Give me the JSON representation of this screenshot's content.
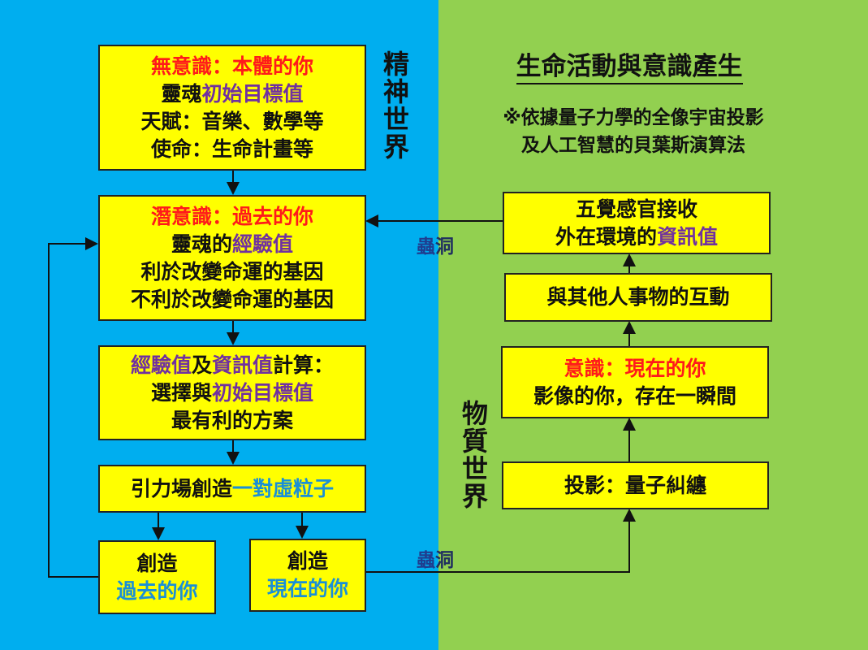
{
  "header": {
    "title": "生命活動與意識產生",
    "subtitle_lines": [
      "※依據量子力學的全像宇宙投影",
      "及人工智慧的貝葉斯演算法"
    ]
  },
  "regions": {
    "spiritual": "精神世界",
    "material": "物質世界"
  },
  "wormhole": {
    "a": "蟲",
    "b": "洞"
  },
  "boxes": {
    "unconscious": [
      [
        "無意識：本體的你"
      ],
      [
        "靈魂",
        "初始目標值"
      ],
      [
        "天賦：音樂、數學等"
      ],
      [
        "使命：生命計畫等"
      ]
    ],
    "subconscious": [
      [
        "潛意識：過去的你"
      ],
      [
        "靈魂的",
        "經驗值"
      ],
      [
        "利於改變命運的基因"
      ],
      [
        "不利於改變命運的基因"
      ]
    ],
    "calculation": [
      [
        "經驗值",
        "及",
        "資訊值",
        "計算："
      ],
      [
        "選擇與",
        "初始目標值"
      ],
      [
        "最有利的方案"
      ]
    ],
    "gravity": [
      [
        "引力場創造",
        "一對虛粒子"
      ]
    ],
    "create_past": [
      [
        "創造"
      ],
      [
        "過去的你"
      ]
    ],
    "create_present": [
      [
        "創造"
      ],
      [
        "現在的你"
      ]
    ],
    "senses": [
      [
        "五覺感官接收"
      ],
      [
        "外在環境的",
        "資訊值"
      ]
    ],
    "interaction": [
      [
        "與其他人事物的互動"
      ]
    ],
    "consciousness": [
      [
        "意識：現在的你"
      ],
      [
        "影像的你，存在一瞬間"
      ]
    ],
    "projection": [
      [
        "投影：量子糾纏"
      ]
    ]
  },
  "colors": {
    "left_bg": "#00aeef",
    "right_bg": "#92d050",
    "box": "#ffff00",
    "red": "#ff1a1a",
    "purple": "#7030a0",
    "blue": "#1a8fd6"
  }
}
